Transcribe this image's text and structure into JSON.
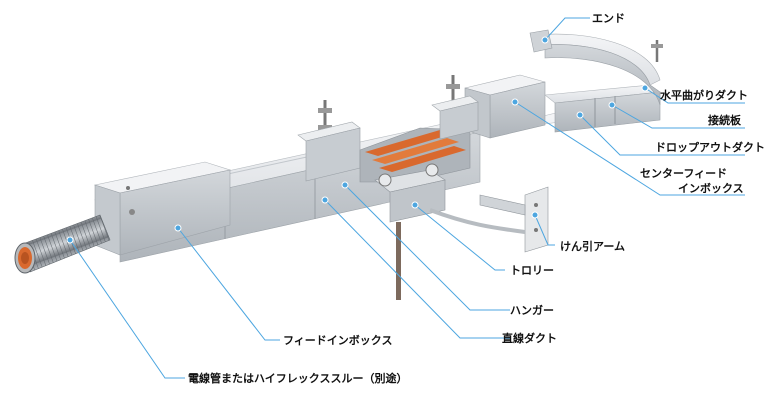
{
  "labels": {
    "end": "エンド",
    "horizontal_bend_duct": "水平曲がりダクト",
    "joint_plate": "接続板",
    "drop_out_duct": "ドロップアウトダクト",
    "center_feed_inbox_line1": "センターフィード",
    "center_feed_inbox_line2": "インボックス",
    "suspension_arm": "けん引アーム",
    "trolley": "トロリー",
    "hanger": "ハンガー",
    "straight_duct": "直線ダクト",
    "feed_inbox": "フィードインボックス",
    "conduit": "電線管またはハイフレックススルー（別途）"
  },
  "colors": {
    "leader": "#4da6e0",
    "duct_light": "#e9ecef",
    "duct_mid": "#c9ced3",
    "duct_dark": "#9aa1a8",
    "copper": "#d9692e"
  }
}
